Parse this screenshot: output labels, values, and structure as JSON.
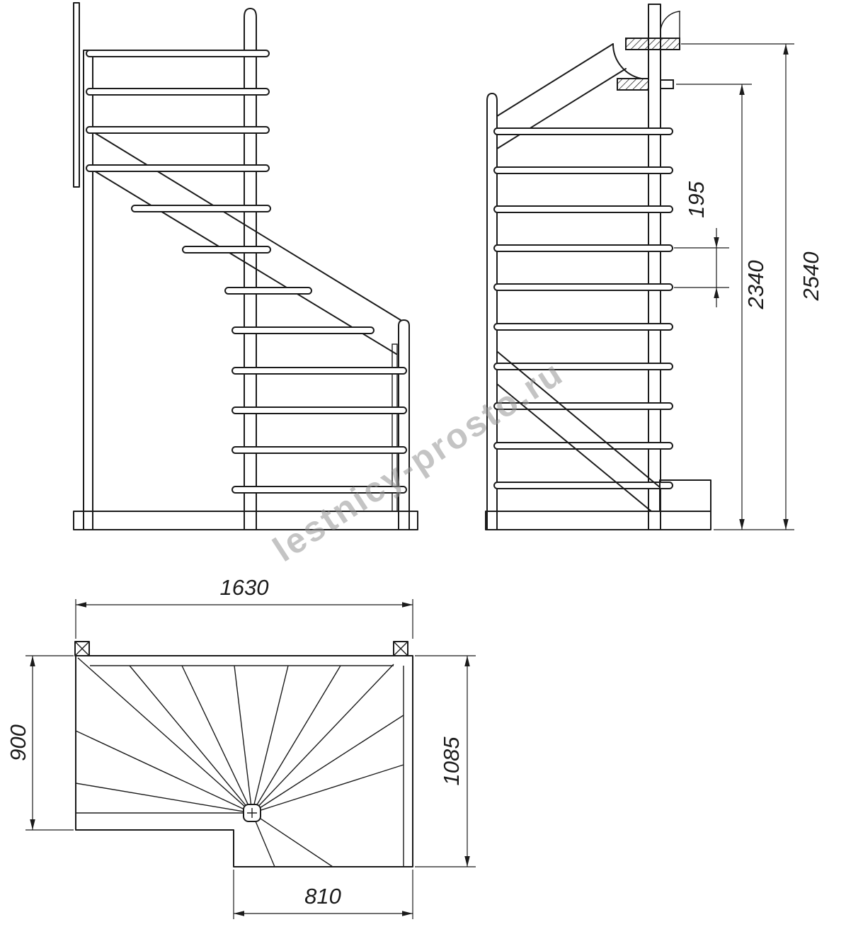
{
  "watermark": "lestnicy-prosto.ru",
  "colors": {
    "line": "#1b1b1b",
    "background": "#ffffff",
    "watermark": "#949494"
  },
  "dimensions": {
    "riser_height": "195",
    "handrail_height": "2340",
    "total_height": "2540",
    "plan_overall_width": "1630",
    "plan_left_depth": "900",
    "plan_right_depth": "1085",
    "plan_bottom_width": "810"
  }
}
